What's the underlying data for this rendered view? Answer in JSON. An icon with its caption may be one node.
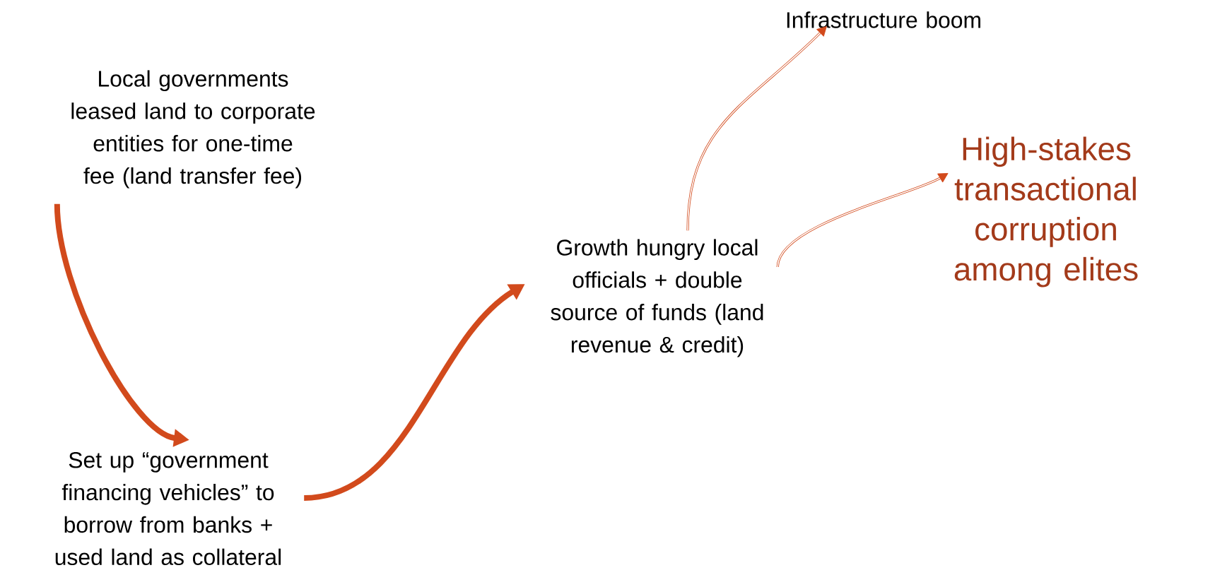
{
  "diagram": {
    "nodes": [
      {
        "text": [
          "Local governments leased land to corporate entities for one-time fee (land transfer fee)"
        ]
      },
      {
        "text": [
          "Set up “government financing vehicles” to borrow from banks + used land as collateral"
        ]
      },
      {
        "text": [
          "Growth hungry local officials + double source of funds (land revenue & credit)"
        ]
      },
      {
        "text": [
          "Infrastructure boom"
        ]
      },
      {
        "text": [
          "High-stakes transactional corruption among elites"
        ]
      }
    ],
    "edges": [
      {
        "from": 0,
        "to": 1,
        "arrow": "to",
        "style": "thick"
      },
      {
        "from": 1,
        "to": 2,
        "arrow": "to",
        "style": "thick"
      },
      {
        "from": 2,
        "to": 3,
        "arrow": "to"
      },
      {
        "from": 2,
        "to": 4,
        "arrow": "to"
      }
    ]
  }
}
